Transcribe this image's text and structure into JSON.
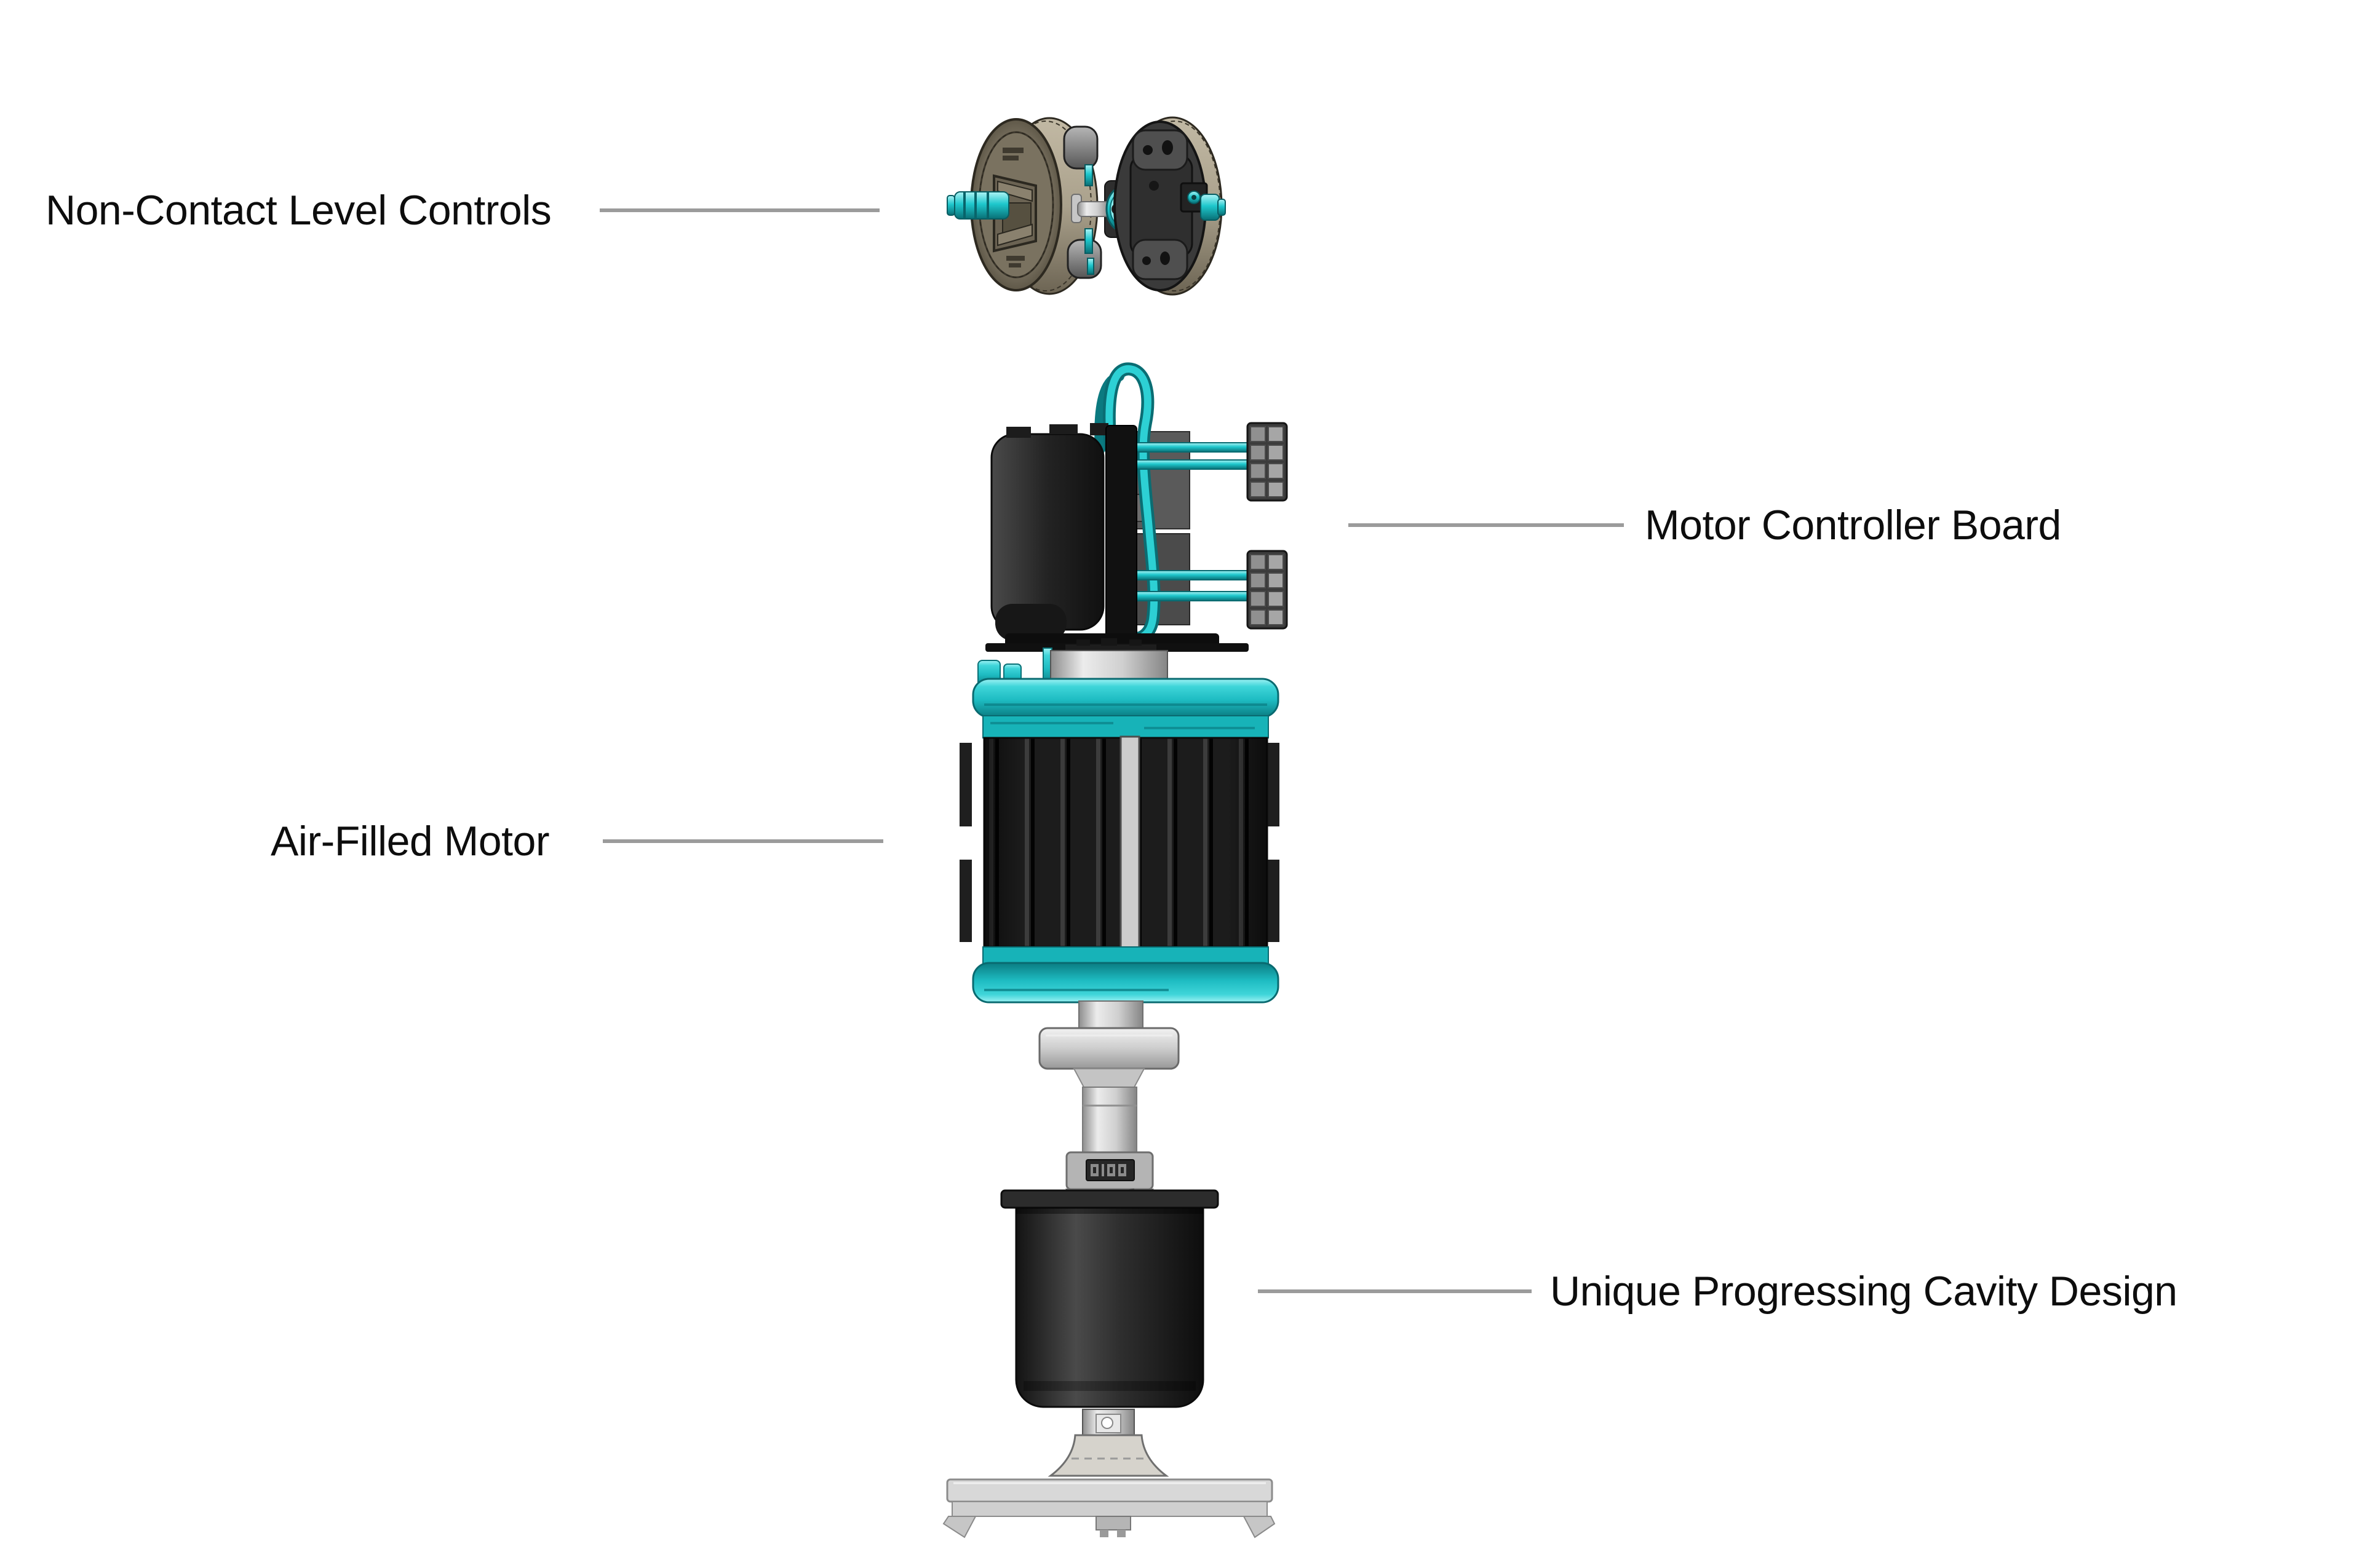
{
  "colors": {
    "background": "#ffffff",
    "accent_teal": "#1ec7cc",
    "teal_highlight": "#86eef0",
    "teal_dark": "#0a7076",
    "tan_rim": "#b2a994",
    "tan_face": "#7c7463",
    "housing_black": "#1e1e1e",
    "steel_gray": "#cccccc",
    "leader_line": "#9b9b9b",
    "label_text": "#0d0d0d"
  },
  "diagram": {
    "type": "exploded-view",
    "callouts": [
      {
        "id": "level-controls",
        "text": "Non-Contact Level Controls",
        "side": "left"
      },
      {
        "id": "controller-board",
        "text": "Motor Controller Board",
        "side": "right"
      },
      {
        "id": "air-filled-motor",
        "text": "Air-Filled Motor",
        "side": "left"
      },
      {
        "id": "cavity-design",
        "text": "Unique Progressing Cavity Design",
        "side": "right"
      }
    ]
  }
}
